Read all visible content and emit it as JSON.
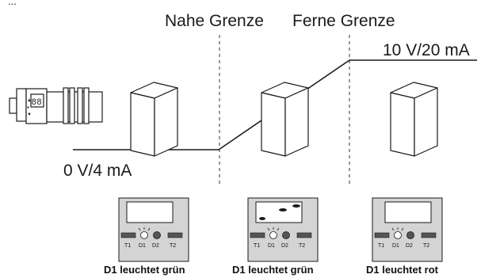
{
  "top_partial_text": "...",
  "labels": {
    "near_limit": "Nahe Grenze",
    "far_limit": "Ferne Grenze",
    "high_output": "10 V/20 mA",
    "low_output": "0 V/4 mA"
  },
  "panels": [
    {
      "caption": "D1 leuchtet grün",
      "led_labels": [
        "T1",
        "D1",
        "D2",
        "T2"
      ],
      "active_led": "D1",
      "led_color": "green"
    },
    {
      "caption": "D1 leuchtet grün",
      "led_labels": [
        "T1",
        "D1",
        "D2",
        "T2"
      ],
      "active_led": "D1",
      "led_color": "green"
    },
    {
      "caption": "D1 leuchtet rot",
      "led_labels": [
        "T1",
        "D1",
        "D2",
        "T2"
      ],
      "active_led": "D1",
      "led_color": "red"
    }
  ],
  "sensor": {
    "display_text": "88",
    "symbols": [
      "▲",
      "●",
      "▼"
    ]
  },
  "colors": {
    "panel_fill": "#d4d4d4",
    "line": "#1a1a1a"
  },
  "icons": [
    "sensor-icon",
    "target-object-icon",
    "led-icon",
    "button-icon"
  ]
}
